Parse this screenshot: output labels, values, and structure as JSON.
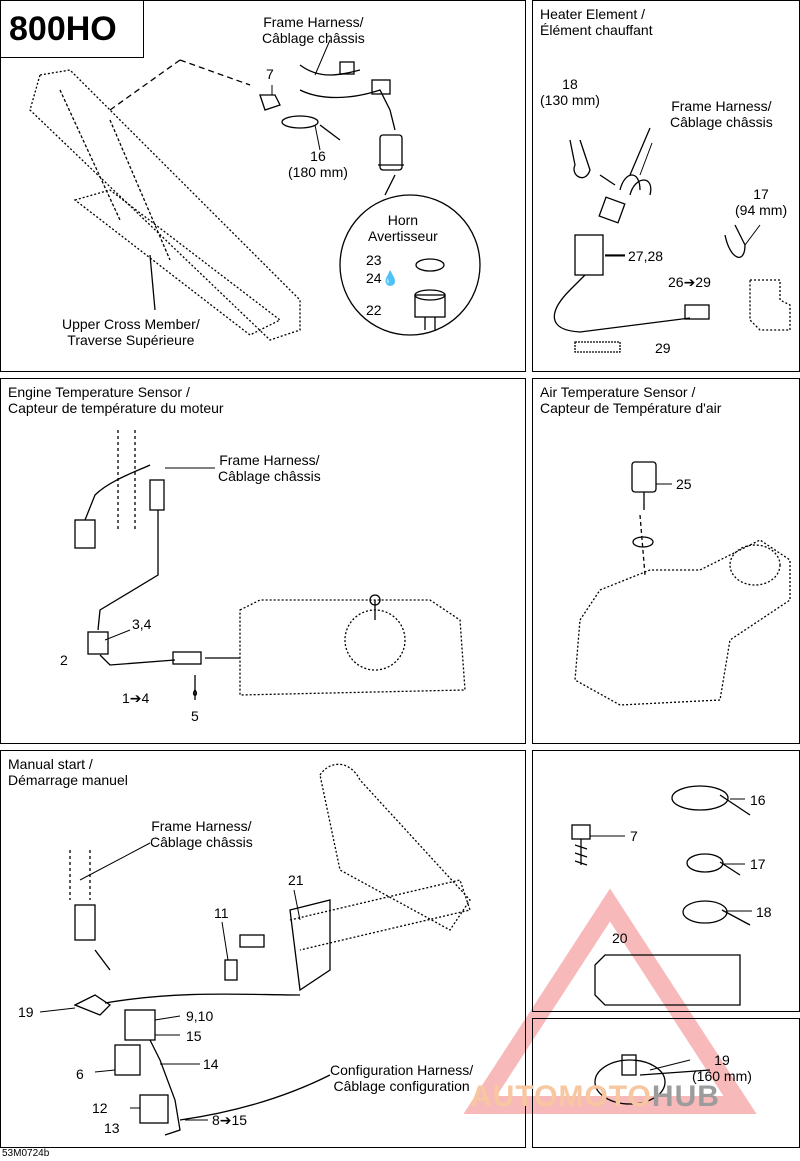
{
  "model": "800HO",
  "drawing_code": "53M0724b",
  "panels": {
    "frame": {
      "labels": {
        "harness": "Frame Harness/\nCâblage châssis",
        "p7": "7",
        "p16": "16\n(180 mm)",
        "horn": "Horn\nAvertisseur",
        "p23": "23",
        "p24": "24",
        "p22": "22",
        "cross": "Upper Cross Member/\nTraverse Supérieure"
      }
    },
    "heater": {
      "title": "Heater Element /\nÉlément chauffant",
      "labels": {
        "p18": "18\n(130 mm)",
        "harness": "Frame Harness/\nCâblage châssis",
        "p17": "17\n(94 mm)",
        "p2728": "27,28",
        "p2629": "26➔29",
        "p29": "29"
      }
    },
    "engine": {
      "title": "Engine Temperature Sensor /\nCapteur de température du moteur",
      "labels": {
        "harness": "Frame Harness/\nCâblage châssis",
        "p34": "3,4",
        "p2": "2",
        "p14": "1➔4",
        "p5": "5"
      }
    },
    "air": {
      "title": "Air Temperature Sensor /\nCapteur de Température d'air",
      "labels": {
        "p25": "25"
      }
    },
    "manual": {
      "title": "Manual start /\nDémarrage manuel",
      "labels": {
        "harness": "Frame Harness/\nCâblage châssis",
        "p21": "21",
        "p11": "11",
        "p19": "19",
        "p910": "9,10",
        "p15": "15",
        "p14": "14",
        "p6": "6",
        "config": "Configuration Harness/\nCâblage configuration",
        "p12": "12",
        "p13": "13",
        "p815": "8➔15"
      }
    },
    "parts": {
      "labels": {
        "p16": "16",
        "p7": "7",
        "p17": "17",
        "p18": "18",
        "p20": "20"
      }
    },
    "tie": {
      "labels": {
        "p19": "19\n(160 mm)"
      }
    }
  },
  "watermark": {
    "part1": "AUTOMOTO",
    "part2": "HUB"
  }
}
